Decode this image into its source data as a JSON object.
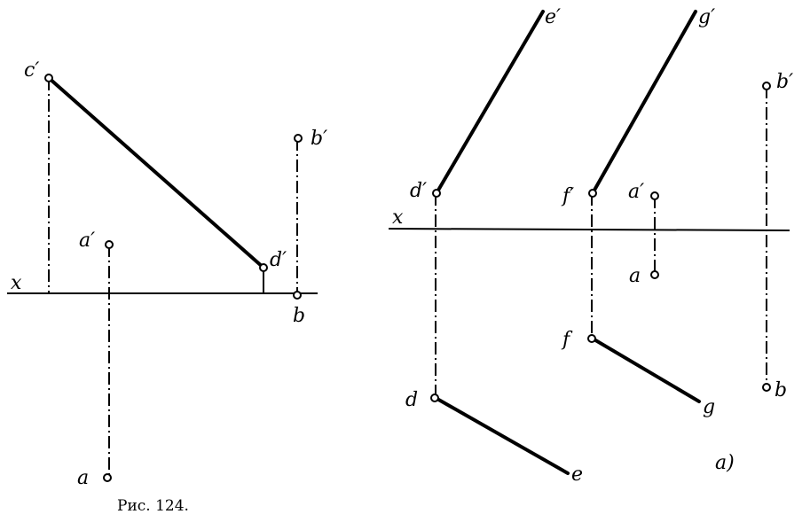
{
  "caption": "Рис. 124.",
  "subfigure_label": "a)",
  "left_figure": {
    "axis_label": "x",
    "points": {
      "c_prime": "c′",
      "d_prime": "d′",
      "a_prime": "a′",
      "a": "a",
      "b_prime": "b′",
      "b": "b"
    }
  },
  "right_figure": {
    "axis_label": "x",
    "points": {
      "e_prime": "e′",
      "g_prime": "g′",
      "b_prime": "b′",
      "d_prime": "d′",
      "f_prime": "f′",
      "a_prime": "a′",
      "a": "a",
      "f": "f",
      "g": "g",
      "d": "d",
      "e": "e",
      "b": "b"
    }
  }
}
